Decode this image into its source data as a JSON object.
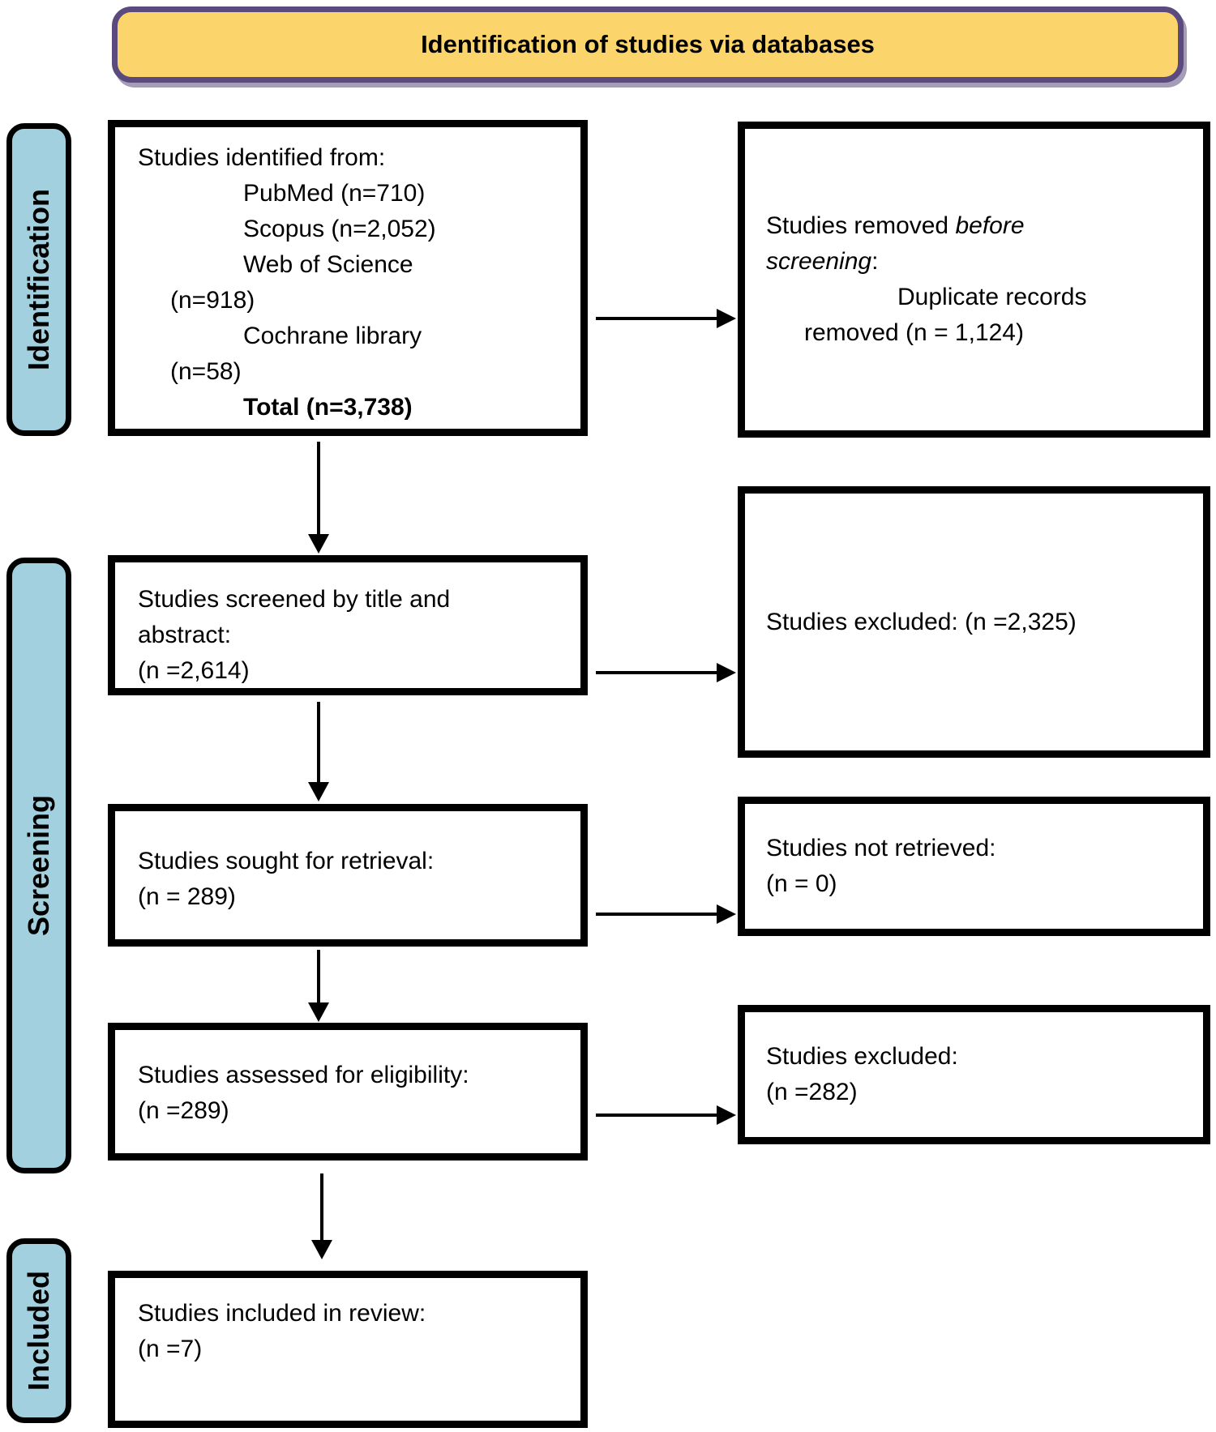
{
  "banner": {
    "title": "Identification of studies via databases"
  },
  "sidebar": {
    "identification": "Identification",
    "screening": "Screening",
    "included": "Included"
  },
  "boxes": {
    "identified": {
      "title": "Studies identified from:",
      "sources": [
        "PubMed (n=710)",
        "Scopus (n=2,052)",
        "Web of Science",
        "(n=918)",
        "Cochrane library",
        "(n=58)"
      ],
      "total": "Total (n=3,738)"
    },
    "removed": {
      "lead": "Studies removed ",
      "emphasis_1": "before",
      "emphasis_2": "screening",
      "colon": ":",
      "detail_line_1": "Duplicate records",
      "detail_line_2": "removed (n = 1,124)"
    },
    "screened": {
      "line_1": "Studies screened by title and",
      "line_2": "abstract:",
      "count": "(n =2,614)"
    },
    "excluded_screening": {
      "text": "Studies excluded: (n =2,325)"
    },
    "sought": {
      "line_1": "Studies sought for retrieval:",
      "count": "(n = 289)"
    },
    "not_retrieved": {
      "line_1": "Studies not retrieved:",
      "count": "(n = 0)"
    },
    "assessed": {
      "line_1": "Studies assessed for eligibility:",
      "count": "(n =289)"
    },
    "excluded_eligibility": {
      "line_1": "Studies excluded:",
      "count": "(n =282)"
    },
    "included_review": {
      "line_1": "Studies included in review:",
      "count": "(n =7)"
    }
  },
  "colors": {
    "banner_fill": "#FBD56C",
    "banner_border": "#5B4A7D",
    "stage_fill": "#A3D0DE",
    "box_border": "#000000"
  }
}
